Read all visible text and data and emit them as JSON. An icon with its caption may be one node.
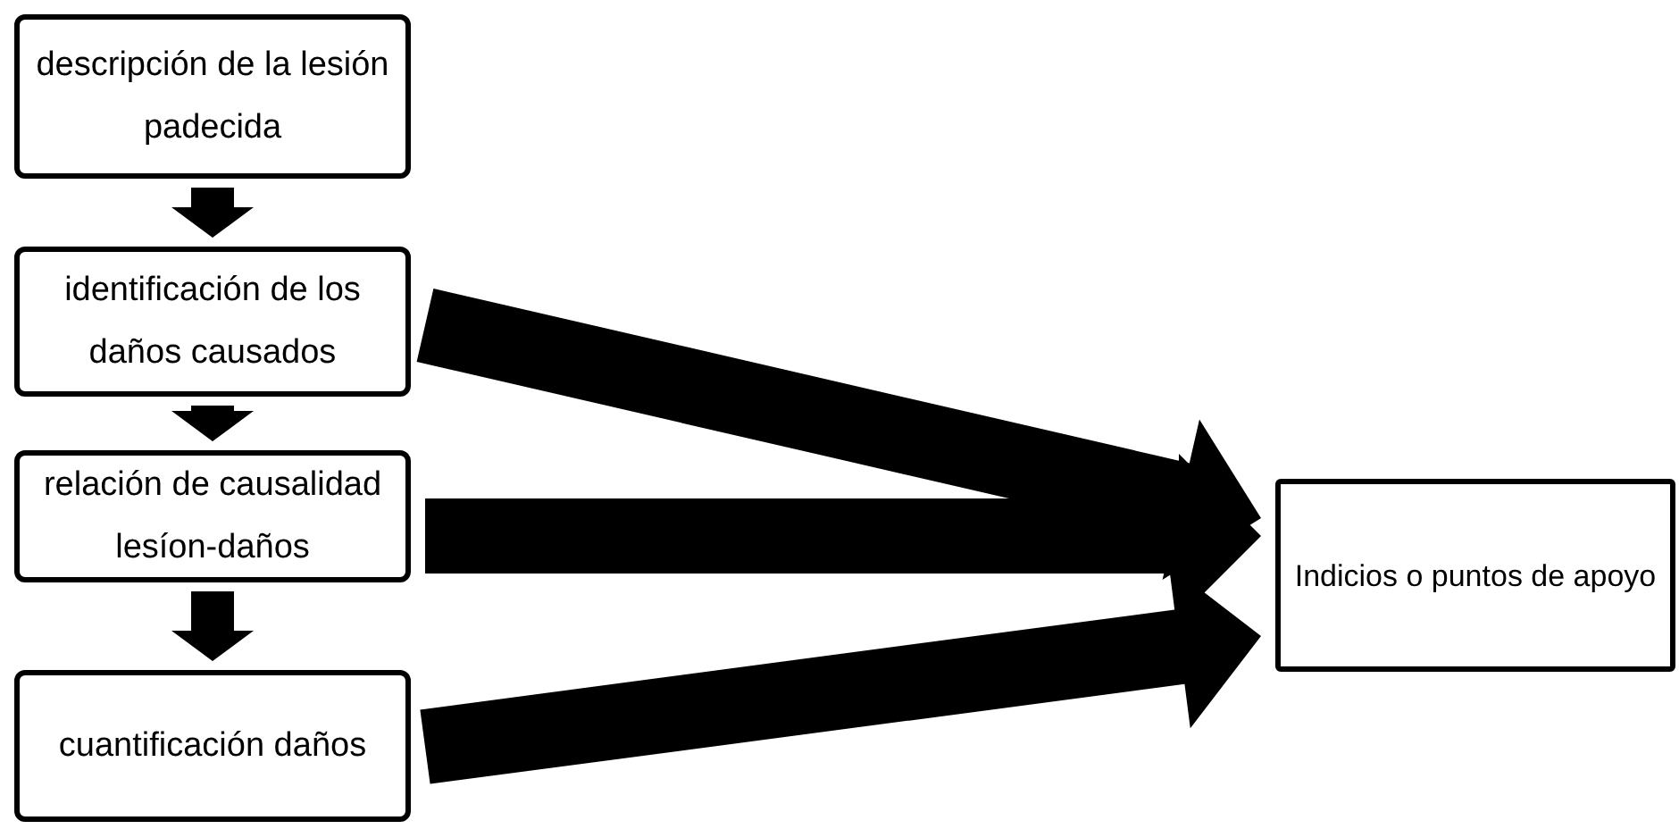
{
  "diagram": {
    "nodes": [
      {
        "text": [
          "descripción de la lesión padecida"
        ]
      },
      {
        "text": [
          "identificación de los daños causados"
        ]
      },
      {
        "text": [
          "relación de causalidad lesíon-daños"
        ]
      },
      {
        "text": [
          "cuantificación daños"
        ]
      },
      {
        "text": [
          "Indicios o puntos de apoyo"
        ]
      }
    ],
    "edges": [
      {
        "from": 0,
        "to": 1,
        "arrow": "to",
        "style": "thick"
      },
      {
        "from": 1,
        "to": 2,
        "arrow": "to",
        "style": "thick"
      },
      {
        "from": 2,
        "to": 3,
        "arrow": "to",
        "style": "thick"
      },
      {
        "from": 1,
        "to": 4,
        "arrow": "to",
        "style": "thick"
      },
      {
        "from": 2,
        "to": 4,
        "arrow": "to",
        "style": "thick"
      },
      {
        "from": 3,
        "to": 4,
        "arrow": "to",
        "style": "thick"
      }
    ]
  }
}
